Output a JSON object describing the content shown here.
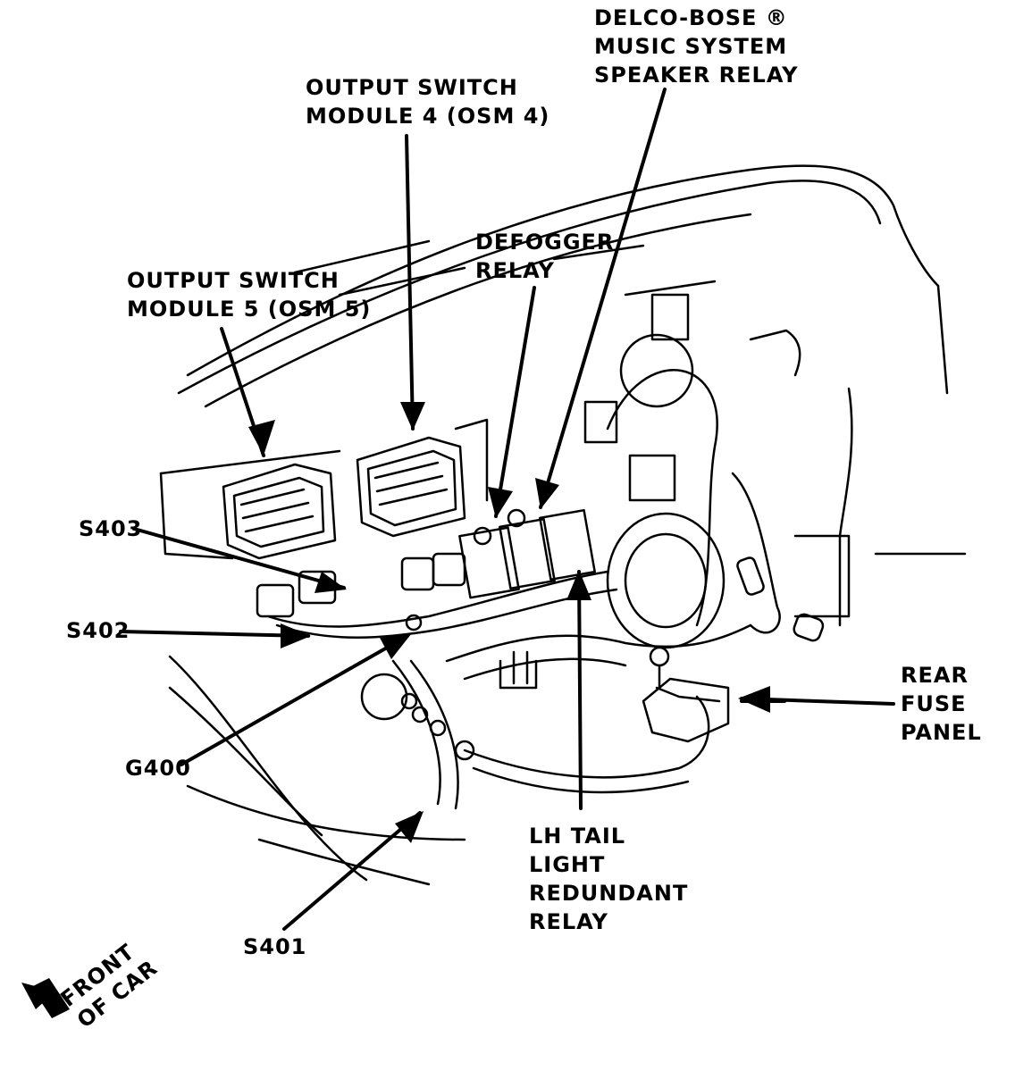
{
  "labels": {
    "delco_bose": [
      "DELCO-BOSE ®",
      "MUSIC SYSTEM",
      "SPEAKER RELAY"
    ],
    "osm4": [
      "OUTPUT SWITCH",
      "MODULE 4 (OSM 4)"
    ],
    "defogger": [
      "DEFOGGER",
      "RELAY"
    ],
    "osm5": [
      "OUTPUT SWITCH",
      "MODULE 5 (OSM 5)"
    ],
    "s403": "S403",
    "s402": "S402",
    "g400": "G400",
    "s401": "S401",
    "rear_fuse": [
      "REAR",
      "FUSE",
      "PANEL"
    ],
    "lh_tail": [
      "LH TAIL",
      "LIGHT",
      "REDUNDANT",
      "RELAY"
    ],
    "front_of_car": [
      "FRONT",
      "OF CAR"
    ]
  },
  "colors": {
    "ink": "#000000",
    "paper": "#ffffff"
  }
}
